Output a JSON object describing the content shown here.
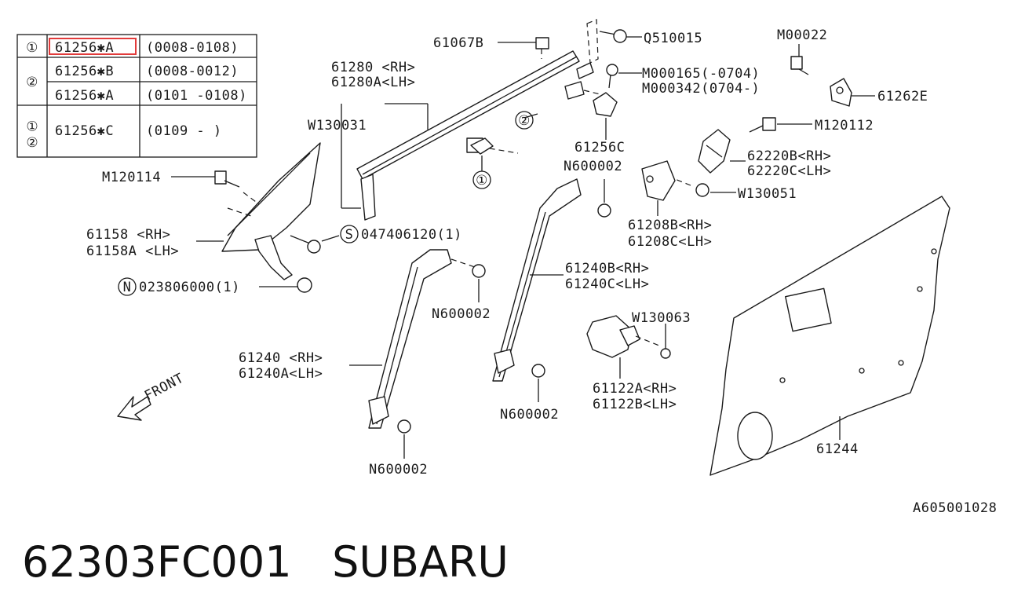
{
  "table": {
    "rows": [
      {
        "mark": "①",
        "part": "61256✱A",
        "range": "(0008-0108)"
      },
      {
        "mark": "②",
        "part": "61256✱B",
        "range": "(0008-0012)"
      },
      {
        "mark": "",
        "part": "61256✱A",
        "range": "(0101 -0108)"
      },
      {
        "mark": "①②",
        "part": "61256✱C",
        "range": "(0109 -    )"
      }
    ]
  },
  "callouts": {
    "c61067B": "61067B",
    "cQ510015": "Q510015",
    "cM00022": "M00022",
    "cM000165": "M000165(-0704)",
    "cM000342": "M000342(0704-)",
    "c61262E": "61262E",
    "c61280": "61280 <RH>",
    "c61280A": "61280A<LH>",
    "cW130031": "W130031",
    "c61256C": "61256C",
    "cN600002a": "N600002",
    "cM120112": "M120112",
    "c62220B": "62220B<RH>",
    "c62220C": "62220C<LH>",
    "cW130051": "W130051",
    "cM120114": "M120114",
    "c61158": "61158  <RH>",
    "c61158A": "61158A <LH>",
    "c047406120": "047406120(1)",
    "c61208B": "61208B<RH>",
    "c61208C": "61208C<LH>",
    "c023806000": "023806000(1)",
    "c61240B": "61240B<RH>",
    "c61240C": "61240C<LH>",
    "cN600002b": "N600002",
    "cW130063": "W130063",
    "c61240": "61240  <RH>",
    "c61240A": "61240A<LH>",
    "c61122A": "61122A<RH>",
    "c61122B": "61122B<LH>",
    "cN600002c": "N600002",
    "c61244": "61244",
    "cFront": "FRONT",
    "cN600002d": "N600002",
    "cDiagramId": "A605001028",
    "circ1": "①",
    "circ2": "②",
    "circ1b": "①",
    "circS": "S",
    "circN": "N"
  },
  "footer": {
    "part_number": "62303FC001",
    "brand": "SUBARU"
  },
  "colors": {
    "highlight": "#e23b3b"
  }
}
